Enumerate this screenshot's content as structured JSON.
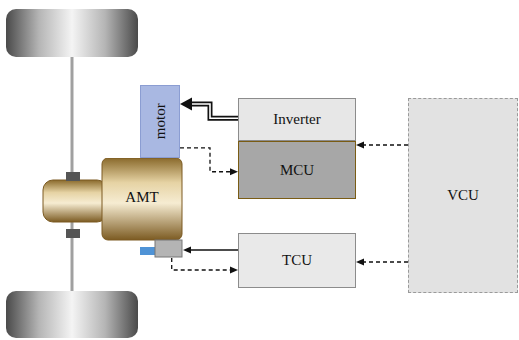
{
  "diagram": {
    "nodes": [
      {
        "text": [
          "motor"
        ]
      },
      {
        "text": [
          "AMT"
        ]
      },
      {
        "text": [
          "Inverter"
        ]
      },
      {
        "text": [
          "MCU"
        ]
      },
      {
        "text": [
          "TCU"
        ]
      },
      {
        "text": [
          "VCU"
        ]
      }
    ],
    "edges": [
      {
        "from": 2,
        "to": 0,
        "arrow": "to"
      },
      {
        "from": 0,
        "to": 3,
        "arrow": "to"
      },
      {
        "from": 5,
        "to": 3,
        "arrow": "to"
      },
      {
        "from": 5,
        "to": 4,
        "arrow": "to"
      },
      {
        "from": 4,
        "to": 1,
        "arrow": "to"
      },
      {
        "from": 1,
        "to": 4,
        "arrow": "to"
      }
    ]
  }
}
